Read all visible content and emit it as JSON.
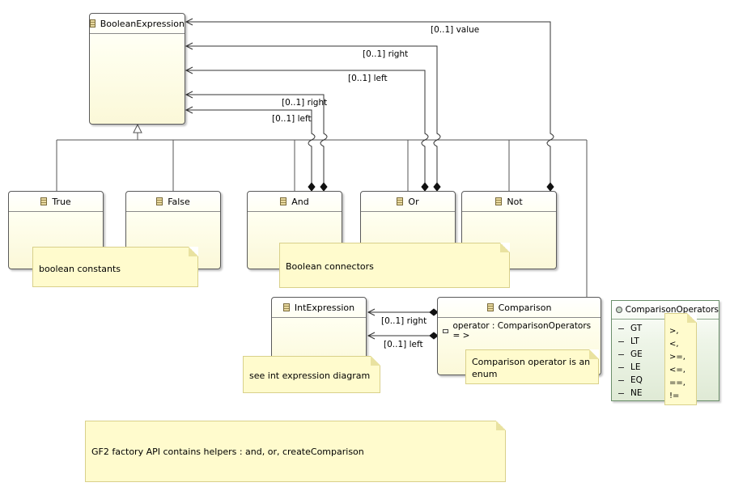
{
  "classes": {
    "boolean_expression": "BooleanExpression",
    "true_class": "True",
    "false_class": "False",
    "and_class": "And",
    "or_class": "Or",
    "not_class": "Not",
    "int_expression": "IntExpression",
    "comparison": "Comparison",
    "comparison_attr": "operator : ComparisonOperators = >"
  },
  "enum": {
    "name": "ComparisonOperators",
    "literals": [
      "GT",
      "LT",
      "GE",
      "LE",
      "EQ",
      "NE"
    ]
  },
  "edge_labels": {
    "value": "[0..1] value",
    "or_right": "[0..1] right",
    "or_left": "[0..1] left",
    "and_right": "[0..1] right",
    "and_left": "[0..1] left",
    "cmp_right": "[0..1] right",
    "cmp_left": "[0..1] left"
  },
  "notes": {
    "constants": "boolean constants",
    "connectors": "Boolean connectors",
    "int_diagram": "see int expression diagram",
    "cmp_enum_line1": "Comparison operator is an",
    "cmp_enum_line2": "enum",
    "enum_values": [
      ">,",
      "<,",
      ">=,",
      "<=,",
      "==,",
      "!="
    ],
    "factory": "GF2 factory API contains helpers : and, or, createComparison"
  }
}
